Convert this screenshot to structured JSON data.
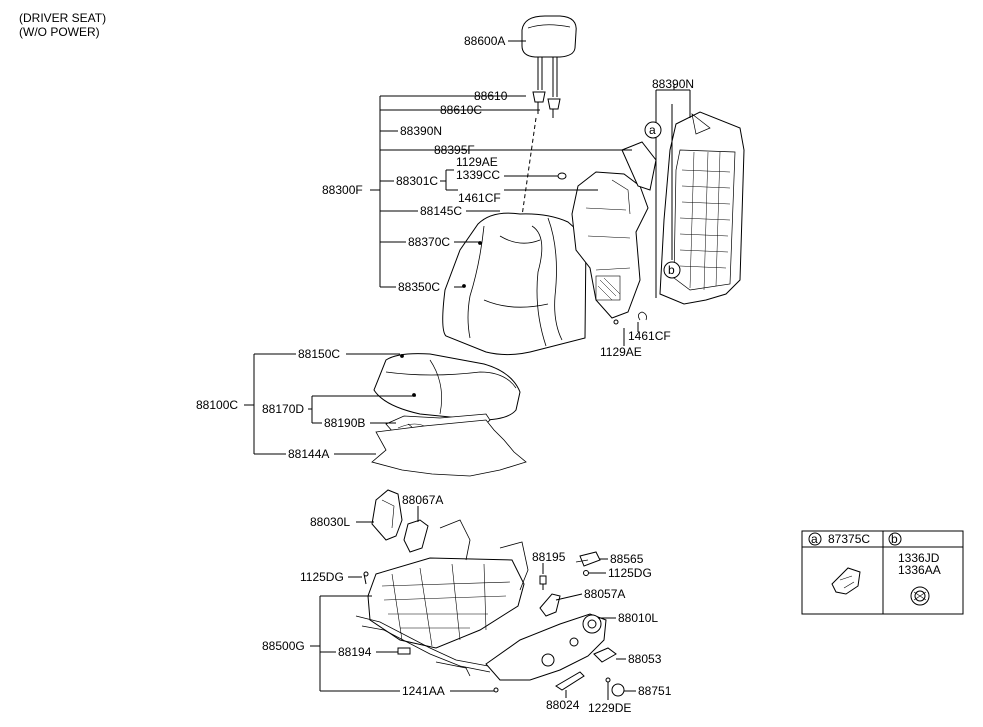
{
  "header": {
    "line1": "(DRIVER SEAT)",
    "line2": "(W/O POWER)"
  },
  "labels": {
    "headrest": "88600A",
    "guide": "88610",
    "guide_c": "88610C",
    "back_frame_n_top": "88390N",
    "back_frame_n": "88390N",
    "back_pad_f": "88395F",
    "bolt_ae_top": "1129AE",
    "nut_cc": "1339CC",
    "back_assy_c": "88301C",
    "back_assy": "88300F",
    "washer_cf_top": "1461CF",
    "back_145c": "88145C",
    "back_cover": "88370C",
    "back_pad": "88350C",
    "washer_cf_bottom": "1461CF",
    "bolt_ae_bottom": "1129AE",
    "cushion_cover": "88150C",
    "cushion_assy": "88100C",
    "cushion_pad": "88170D",
    "cushion_heater": "88190B",
    "cushion_144a": "88144A",
    "cover_l": "88030L",
    "cover_067a": "88067A",
    "bolt_dg_left": "1125DG",
    "bolt_195": "88195",
    "knob_565": "88565",
    "bolt_dg_right": "1125DG",
    "lever_057a": "88057A",
    "track_assy": "88500G",
    "shield_l": "88010L",
    "bracket_194": "88194",
    "cap_053": "88053",
    "screw_aa": "1241AA",
    "handle_024": "88024",
    "screw_de": "1229DE",
    "cap_751": "88751"
  },
  "inset": {
    "a_letter": "a",
    "a_part": "87375C",
    "b_letter": "b",
    "b_part1": "1336JD",
    "b_part2": "1336AA"
  },
  "callouts": {
    "a": "a",
    "b": "b"
  }
}
